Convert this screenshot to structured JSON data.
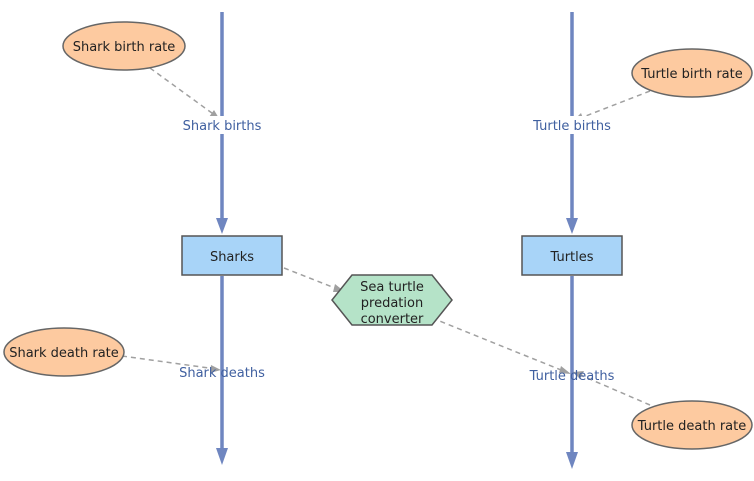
{
  "colors": {
    "flow": "#6f86c0",
    "dashed": "#a0a0a0",
    "stock_fill": "#a8d4f8",
    "stock_stroke": "#555555",
    "param_fill": "#fdcaa0",
    "param_stroke": "#666666",
    "converter_fill": "#b5e3c8",
    "converter_stroke": "#555555",
    "flow_label": "#4060a0"
  },
  "stocks": {
    "sharks": "Sharks",
    "turtles": "Turtles"
  },
  "flows": {
    "shark_births": "Shark births",
    "shark_deaths": "Shark deaths",
    "turtle_births": "Turtle births",
    "turtle_deaths": "Turtle deaths"
  },
  "parameters": {
    "shark_birth_rate": "Shark birth rate",
    "shark_death_rate": "Shark death rate",
    "turtle_birth_rate": "Turtle birth rate",
    "turtle_death_rate": "Turtle death rate"
  },
  "converter": {
    "line1": "Sea turtle",
    "line2": "predation",
    "line3": "converter"
  }
}
